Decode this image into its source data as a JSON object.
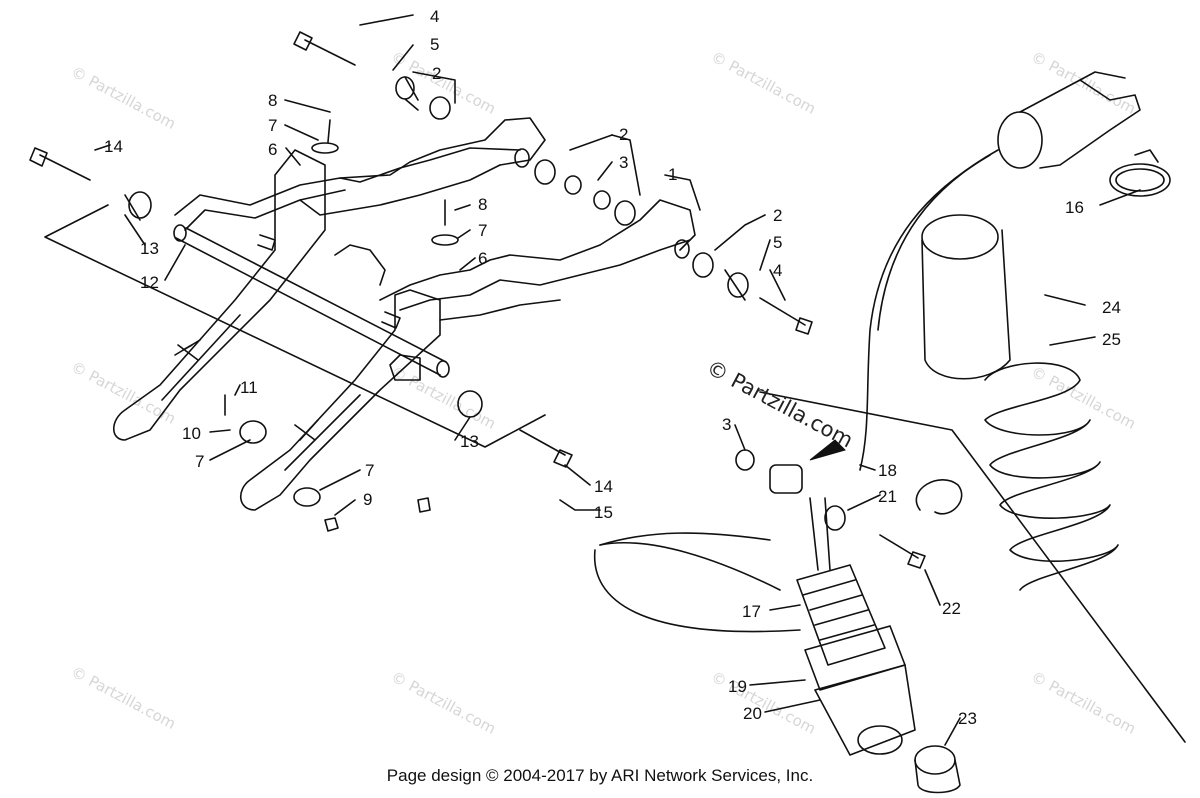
{
  "watermark": {
    "text": "© Partzilla.com",
    "main_text": "© Partzilla.com"
  },
  "footer": {
    "text": "Page design © 2004-2017 by ARI Network Services, Inc."
  },
  "callouts": [
    {
      "id": "c1",
      "label": "1"
    },
    {
      "id": "c2a",
      "label": "2"
    },
    {
      "id": "c2b",
      "label": "2"
    },
    {
      "id": "c2c",
      "label": "2"
    },
    {
      "id": "c3a",
      "label": "3"
    },
    {
      "id": "c3b",
      "label": "3"
    },
    {
      "id": "c4a",
      "label": "4"
    },
    {
      "id": "c4b",
      "label": "4"
    },
    {
      "id": "c5a",
      "label": "5"
    },
    {
      "id": "c5b",
      "label": "5"
    },
    {
      "id": "c6a",
      "label": "6"
    },
    {
      "id": "c6b",
      "label": "6"
    },
    {
      "id": "c7a",
      "label": "7"
    },
    {
      "id": "c7b",
      "label": "7"
    },
    {
      "id": "c7c",
      "label": "7"
    },
    {
      "id": "c7d",
      "label": "7"
    },
    {
      "id": "c8a",
      "label": "8"
    },
    {
      "id": "c8b",
      "label": "8"
    },
    {
      "id": "c9",
      "label": "9"
    },
    {
      "id": "c10",
      "label": "10"
    },
    {
      "id": "c11",
      "label": "11"
    },
    {
      "id": "c12",
      "label": "12"
    },
    {
      "id": "c13a",
      "label": "13"
    },
    {
      "id": "c13b",
      "label": "13"
    },
    {
      "id": "c14a",
      "label": "14"
    },
    {
      "id": "c14b",
      "label": "14"
    },
    {
      "id": "c15",
      "label": "15"
    },
    {
      "id": "c16",
      "label": "16"
    },
    {
      "id": "c17",
      "label": "17"
    },
    {
      "id": "c18",
      "label": "18"
    },
    {
      "id": "c19",
      "label": "19"
    },
    {
      "id": "c20",
      "label": "20"
    },
    {
      "id": "c21",
      "label": "21"
    },
    {
      "id": "c22",
      "label": "22"
    },
    {
      "id": "c23",
      "label": "23"
    },
    {
      "id": "c24",
      "label": "24"
    },
    {
      "id": "c25",
      "label": "25"
    }
  ]
}
